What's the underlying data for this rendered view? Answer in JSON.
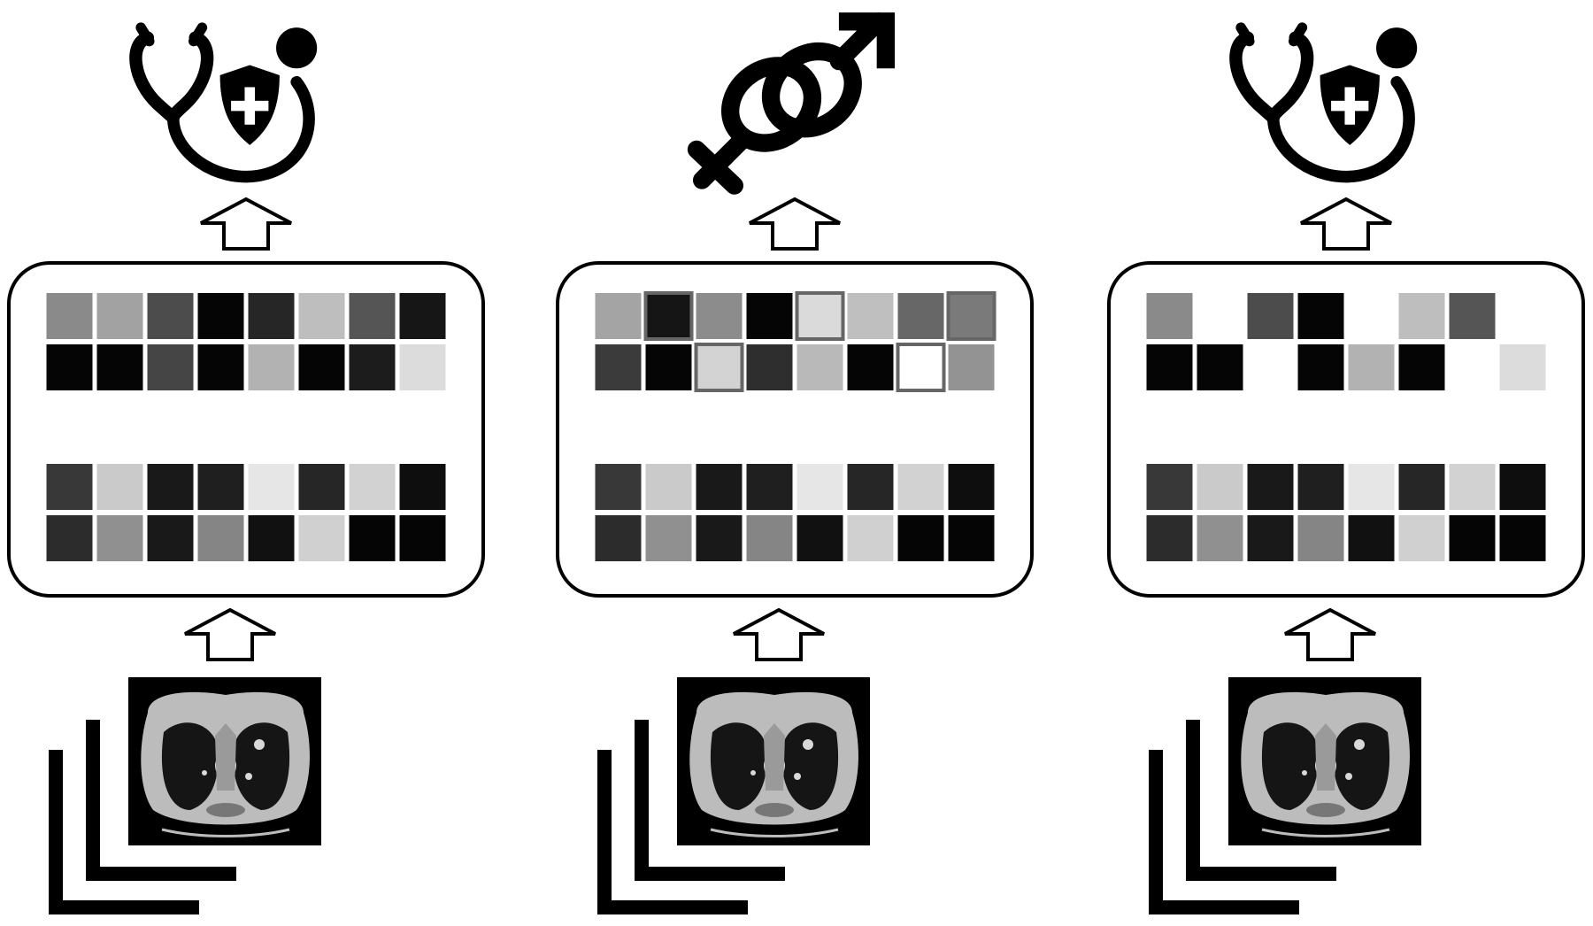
{
  "panels": [
    {
      "id": "panel-1",
      "top_icon": "medical-stethoscope-shield-icon",
      "feature_map": {
        "upper_rows": [
          [
            {
              "shade": "#8a8a8a"
            },
            {
              "shade": "#a2a2a2"
            },
            {
              "shade": "#4c4c4c"
            },
            {
              "shade": "#050505"
            },
            {
              "shade": "#262626"
            },
            {
              "shade": "#bebebe"
            },
            {
              "shade": "#555555"
            },
            {
              "shade": "#161616"
            }
          ],
          [
            {
              "shade": "#050505"
            },
            {
              "shade": "#050505"
            },
            {
              "shade": "#454545"
            },
            {
              "shade": "#050505"
            },
            {
              "shade": "#b2b2b2"
            },
            {
              "shade": "#050505"
            },
            {
              "shade": "#1c1c1c"
            },
            {
              "shade": "#dcdcdc"
            }
          ]
        ],
        "lower_rows": [
          [
            {
              "shade": "#383838"
            },
            {
              "shade": "#cacaca"
            },
            {
              "shade": "#191919"
            },
            {
              "shade": "#1f1f1f"
            },
            {
              "shade": "#e6e6e6"
            },
            {
              "shade": "#262626"
            },
            {
              "shade": "#d2d2d2"
            },
            {
              "shade": "#0e0e0e"
            }
          ],
          [
            {
              "shade": "#2c2c2c"
            },
            {
              "shade": "#909090"
            },
            {
              "shade": "#191919"
            },
            {
              "shade": "#858585"
            },
            {
              "shade": "#111111"
            },
            {
              "shade": "#d0d0d0"
            },
            {
              "shade": "#050505"
            },
            {
              "shade": "#050505"
            }
          ]
        ]
      },
      "input_image": "ct-scan-stack-icon"
    },
    {
      "id": "panel-2",
      "top_icon": "gender-symbol-icon",
      "feature_map": {
        "upper_rows": [
          [
            {
              "shade": "#a4a4a4"
            },
            {
              "shade": "#151515",
              "highlight": true
            },
            {
              "shade": "#8c8c8c"
            },
            {
              "shade": "#050505"
            },
            {
              "shade": "#dadada",
              "highlight": true
            },
            {
              "shade": "#bfbfbf"
            },
            {
              "shade": "#676767"
            },
            {
              "shade": "#7a7a7a",
              "highlight": true
            }
          ],
          [
            {
              "shade": "#3b3b3b"
            },
            {
              "shade": "#050505"
            },
            {
              "shade": "#d3d3d3",
              "highlight": true
            },
            {
              "shade": "#2e2e2e"
            },
            {
              "shade": "#b9b9b9"
            },
            {
              "shade": "#050505"
            },
            {
              "shade": "#ffffff",
              "highlight": true
            },
            {
              "shade": "#939393"
            }
          ]
        ],
        "lower_rows": [
          [
            {
              "shade": "#383838"
            },
            {
              "shade": "#cacaca"
            },
            {
              "shade": "#191919"
            },
            {
              "shade": "#1f1f1f"
            },
            {
              "shade": "#e6e6e6"
            },
            {
              "shade": "#262626"
            },
            {
              "shade": "#d2d2d2"
            },
            {
              "shade": "#0e0e0e"
            }
          ],
          [
            {
              "shade": "#2c2c2c"
            },
            {
              "shade": "#909090"
            },
            {
              "shade": "#191919"
            },
            {
              "shade": "#858585"
            },
            {
              "shade": "#111111"
            },
            {
              "shade": "#d0d0d0"
            },
            {
              "shade": "#050505"
            },
            {
              "shade": "#050505"
            }
          ]
        ]
      },
      "input_image": "ct-scan-stack-icon"
    },
    {
      "id": "panel-3",
      "top_icon": "medical-stethoscope-shield-icon",
      "feature_map": {
        "upper_rows": [
          [
            {
              "shade": "#8a8a8a"
            },
            {
              "shade": null
            },
            {
              "shade": "#4c4c4c"
            },
            {
              "shade": "#050505"
            },
            {
              "shade": null
            },
            {
              "shade": "#bebebe"
            },
            {
              "shade": "#555555"
            },
            {
              "shade": null
            }
          ],
          [
            {
              "shade": "#050505"
            },
            {
              "shade": "#050505"
            },
            {
              "shade": null
            },
            {
              "shade": "#050505"
            },
            {
              "shade": "#b2b2b2"
            },
            {
              "shade": "#050505"
            },
            {
              "shade": null
            },
            {
              "shade": "#dcdcdc"
            }
          ]
        ],
        "lower_rows": [
          [
            {
              "shade": "#383838"
            },
            {
              "shade": "#cacaca"
            },
            {
              "shade": "#191919"
            },
            {
              "shade": "#1f1f1f"
            },
            {
              "shade": "#e6e6e6"
            },
            {
              "shade": "#262626"
            },
            {
              "shade": "#d2d2d2"
            },
            {
              "shade": "#0e0e0e"
            }
          ],
          [
            {
              "shade": "#2c2c2c"
            },
            {
              "shade": "#909090"
            },
            {
              "shade": "#191919"
            },
            {
              "shade": "#858585"
            },
            {
              "shade": "#111111"
            },
            {
              "shade": "#d0d0d0"
            },
            {
              "shade": "#050505"
            },
            {
              "shade": "#050505"
            }
          ]
        ]
      },
      "input_image": "ct-scan-stack-icon"
    }
  ]
}
